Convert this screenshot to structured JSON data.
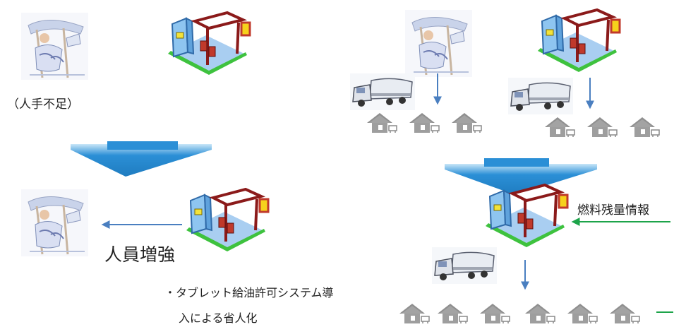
{
  "labels": {
    "labor_shortage": "（人手不足）",
    "staff_increase": "人員増強",
    "tablet_line1": "・タブレット給油許可システム導",
    "tablet_line2": "入による省人化",
    "fuel_remaining_info": "燃料残量情報"
  },
  "icons": {
    "worker": "fuel-attendant-illustration",
    "station": "gas-station-illustration",
    "truck": "tanker-truck-illustration",
    "house": "house-with-tank-illustration"
  },
  "colors": {
    "down_arrow": "#2b8fd6",
    "down_arrow_light": "#c8e6f8",
    "blue_arrow": "#4a7fc0",
    "green_arrow": "#1da44a",
    "station_frame": "#8b1a1a",
    "station_base": "#3ec23e",
    "house": "#999999"
  }
}
